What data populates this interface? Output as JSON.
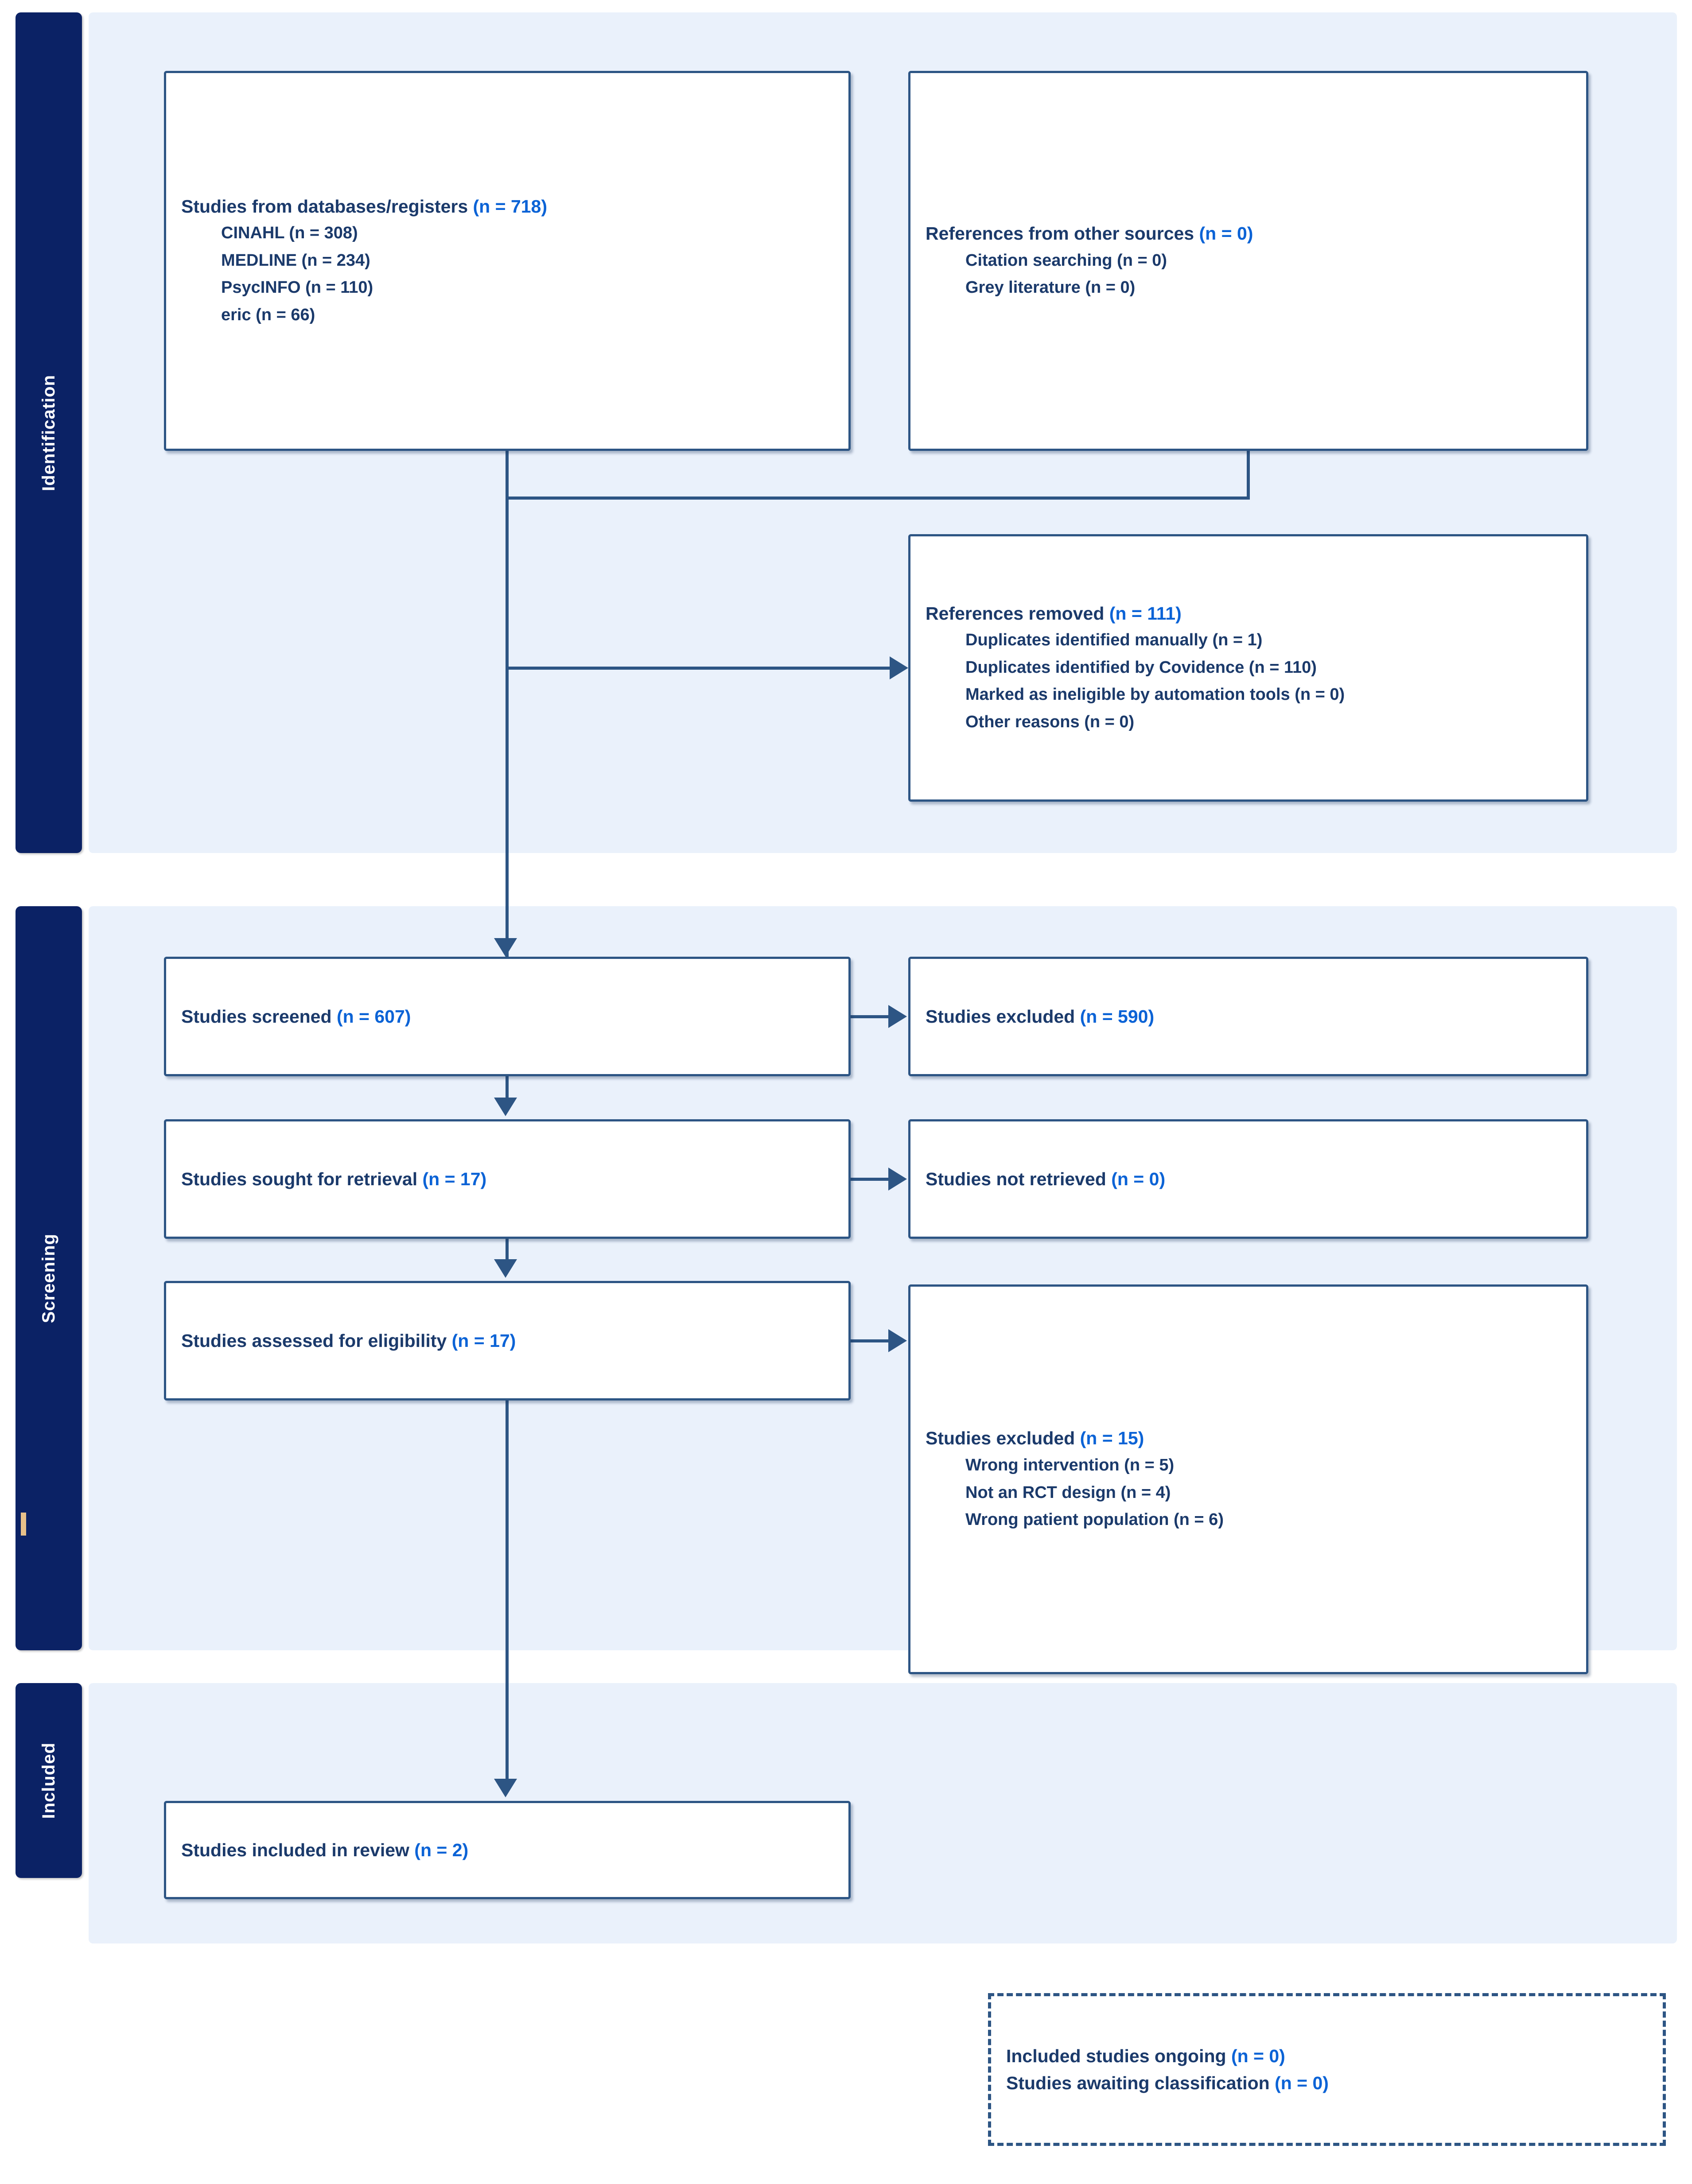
{
  "diagram": {
    "title": "PRISMA flow diagram",
    "accent_navy": "#0b2265",
    "box_border": "#2d5584",
    "text_navy": "#1b3a6b",
    "count_blue": "#0b63d6",
    "band_bg": "#eaf1fb"
  },
  "stages": [
    {
      "id": "identification",
      "label": "Identification"
    },
    {
      "id": "screening",
      "label": "Screening"
    },
    {
      "id": "included",
      "label": "Included"
    }
  ],
  "boxes": {
    "databases": {
      "heading": "Studies from databases/registers ",
      "heading_count": "(n = 718)",
      "items": [
        "CINAHL (n = 308)",
        "MEDLINE (n = 234)",
        "PsycINFO (n = 110)",
        "eric (n = 66)"
      ]
    },
    "other_sources": {
      "heading": "References from other sources ",
      "heading_count": "(n = 0)",
      "items": [
        "Citation searching (n = 0)",
        "Grey literature (n = 0)"
      ]
    },
    "references_removed": {
      "heading": "References removed ",
      "heading_count": "(n = 111)",
      "items": [
        "Duplicates identified manually (n = 1)",
        "Duplicates identified by Covidence (n = 110)",
        "Marked as ineligible by automation tools (n = 0)",
        "Other reasons (n = 0)"
      ]
    },
    "studies_screened": {
      "heading": "Studies screened ",
      "heading_count": "(n = 607)"
    },
    "studies_excluded_screening": {
      "heading": "Studies excluded ",
      "heading_count": "(n = 590)"
    },
    "studies_sought": {
      "heading": "Studies sought for retrieval ",
      "heading_count": "(n = 17)"
    },
    "studies_not_retrieved": {
      "heading": "Studies not retrieved ",
      "heading_count": "(n = 0)"
    },
    "studies_assessed": {
      "heading": "Studies assessed for eligibility ",
      "heading_count": "(n = 17)"
    },
    "studies_excluded_eligibility": {
      "heading": "Studies excluded ",
      "heading_count": "(n = 15)",
      "items": [
        "Wrong intervention (n = 5)",
        "Not an RCT design (n = 4)",
        "Wrong patient population (n = 6)"
      ]
    },
    "studies_included": {
      "heading": "Studies included in review ",
      "heading_count": "(n = 2)"
    },
    "ongoing": {
      "line1": "Included studies ongoing ",
      "line1_count": "(n = 0)",
      "line2": "Studies awaiting classification ",
      "line2_count": "(n = 0)"
    }
  }
}
